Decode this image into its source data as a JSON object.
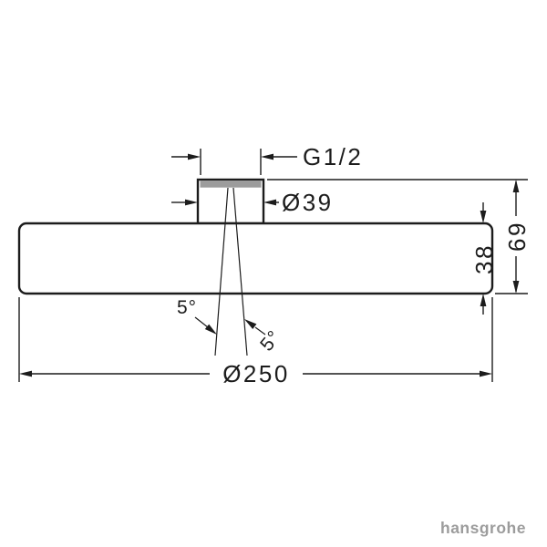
{
  "drawing": {
    "dimensions": {
      "thread": "G1/2",
      "connector_diameter": "Ø39",
      "disc_height": "38",
      "total_height": "69",
      "disc_diameter": "Ø250",
      "spray_angle_left": "5°",
      "spray_angle_right": "5°"
    },
    "brand": "hansgrohe",
    "colors": {
      "line": "#1c1c1c",
      "thread_fill": "#9c9c9c",
      "brand_gray": "#9c9c9c",
      "background": "#ffffff"
    }
  }
}
